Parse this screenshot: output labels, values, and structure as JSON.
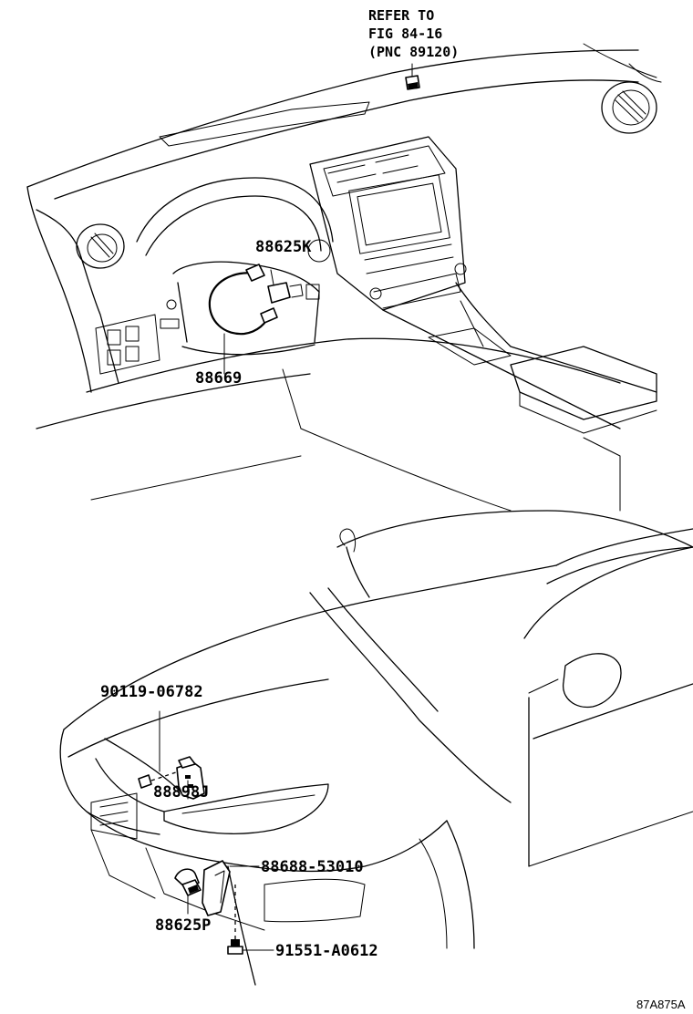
{
  "reference": {
    "line1": "REFER TO",
    "line2": "FIG 84-16",
    "line3": "(PNC 89120)"
  },
  "callouts": {
    "switch_k": "88625K",
    "harness": "88669",
    "bolt_screw": "90119-06782",
    "sensor_j": "88898J",
    "bracket": "88688-53010",
    "sensor_p": "88625P",
    "bolt": "91551-A0612"
  },
  "diagram_code": "87A875A"
}
